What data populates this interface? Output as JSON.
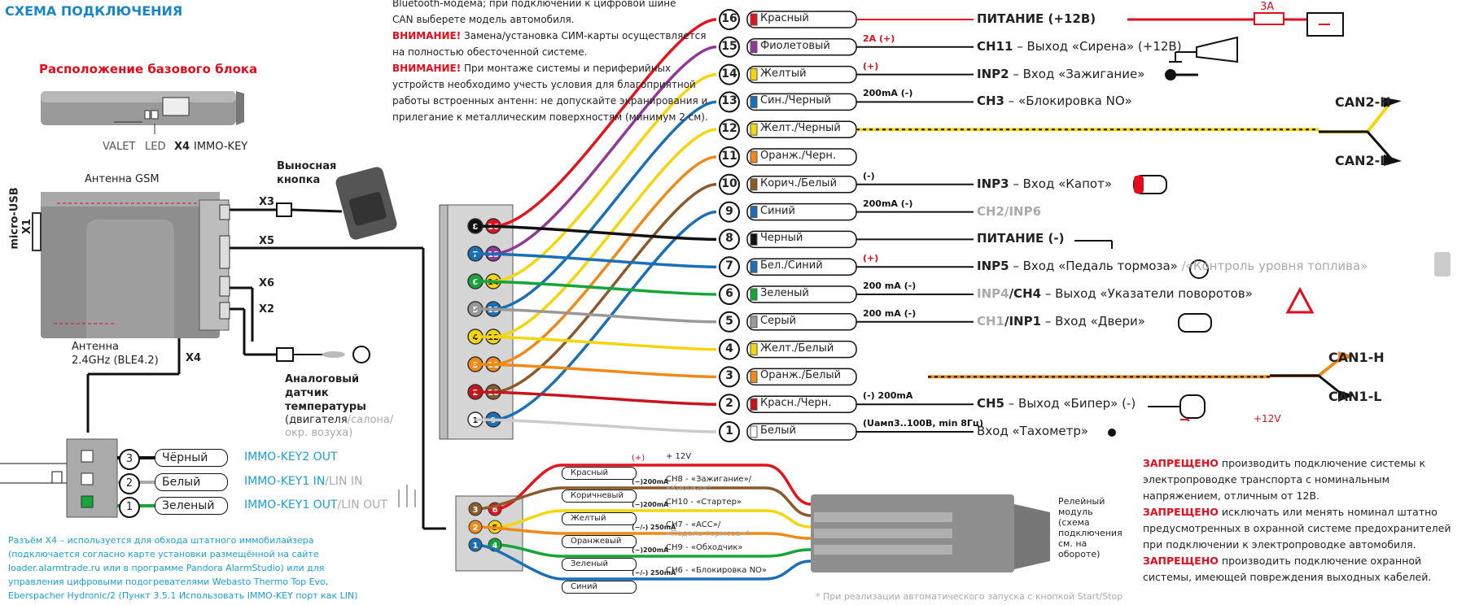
{
  "title": "СХЕМА ПОДКЛЮЧЕНИЯ",
  "base_unit_title": "Расположение базового блока",
  "base_unit_labels": {
    "valet": "VALET",
    "led": "LED",
    "x4": "X4",
    "immo_key": "IMMO-KEY"
  },
  "antenna_gsm": "Антенна GSM",
  "antenna_ble": "Антенна\n2.4GHz (BLE4.2)",
  "micro_usb": "micro-USB",
  "x1": "X1",
  "connectors": {
    "x3": "X3",
    "x5": "X5",
    "x6": "X6",
    "x2": "X2",
    "x4": "X4"
  },
  "remote_button": "Выносная\nкнопка",
  "temp_sensor": {
    "title": "Аналоговый\nдатчик\nтемпературы",
    "sub1": "(двигателя",
    "sub2": "/салона/",
    "sub3": "окр. возуха)"
  },
  "notes_top": {
    "line0": "Bluetooth-модема; при подключении к цифровой шине",
    "line1": "CAN выберете модель автомобиля.",
    "warn1_head": "ВНИМАНИЕ!",
    "warn1_text": " Замена/установка СИМ-карты осуществляется на полностью обесточенной системе.",
    "warn2_head": "ВНИМАНИЕ!",
    "warn2_text": " При монтаже системы и периферийных устройств необходимо учесть условия для благоприятной работы встроенных антенн: не допускайте экранирования и прилегание к металлическим поверхностям (минимум 2 см)."
  },
  "immo_wires": [
    {
      "num": "3",
      "color_name": "Чёрный",
      "func": "IMMO-KEY2 OUT",
      "func2": ""
    },
    {
      "num": "2",
      "color_name": "Белый",
      "func": "IMMO-KEY1 IN",
      "func2": "/LIN IN"
    },
    {
      "num": "1",
      "color_name": "Зеленый",
      "func": "IMMO-KEY1 OUT",
      "func2": "/LIN OUT"
    }
  ],
  "x4_note": "Разъём Х4 – используется для обхода штатного иммобилайзера (подключается согласно карте установки размещённой на сайте loader.alarmtrade.ru или в программе Pandora AlarmStudio) или для управления цифровыми подогревателями Webasto Thermo Top Evo, Eberspacher Hydronic/2 (Пункт 3.5.1 Использовать IMMO-KEY порт как LIN)",
  "main_wires": [
    {
      "num": "16",
      "name": "Красный",
      "hex": "#e3141c",
      "tag": "",
      "label": "",
      "f1": "ПИТАНИЕ (+12В)",
      "f2": "",
      "gray": ""
    },
    {
      "num": "15",
      "name": "Фиолетовый",
      "hex": "#8e3a96",
      "tag": "2A (+)",
      "label": "",
      "f1": "CH11",
      "f2": " – Выход «Сирена» (+12В)",
      "gray": ""
    },
    {
      "num": "14",
      "name": "Желтый",
      "hex": "#f5d60c",
      "tag": "(+)",
      "label": "",
      "f1": "INP2",
      "f2": " – Вход «Зажигание»",
      "gray": ""
    },
    {
      "num": "13",
      "name": "Син./Черный",
      "hex": "#1b6fb6",
      "tag": "200mA (-)",
      "label": "",
      "f1": "CH3",
      "f2": " – «Блокировка NO»",
      "gray": ""
    },
    {
      "num": "12",
      "name": "Желт./Черный",
      "hex": "#f5d60c",
      "tag": "",
      "label": "",
      "f1": "",
      "f2": "",
      "gray": ""
    },
    {
      "num": "11",
      "name": "Оранж./Черн.",
      "hex": "#ef8a1a",
      "tag": "",
      "label": "",
      "f1": "",
      "f2": "",
      "gray": ""
    },
    {
      "num": "10",
      "name": "Корич./Белый",
      "hex": "#8a5a2b",
      "tag": "(-)",
      "label": "",
      "f1": "INP3",
      "f2": " – Вход «Капот»",
      "gray": ""
    },
    {
      "num": "9",
      "name": "Синий",
      "hex": "#1b6fb6",
      "tag": "200mA (-)",
      "label": "",
      "f1": "",
      "f2": "",
      "gray": "CH2/INP6"
    },
    {
      "num": "8",
      "name": "Черный",
      "hex": "#111111",
      "tag": "",
      "label": "",
      "f1": "ПИТАНИЕ (-)",
      "f2": "",
      "gray": ""
    },
    {
      "num": "7",
      "name": "Бел./Синий",
      "hex": "#1b6fb6",
      "tag": "(+)",
      "label": "",
      "f1": "INP5",
      "f2": " – Вход «Педаль тормоза»",
      "gray": " /«Контроль уровня топлива»"
    },
    {
      "num": "6",
      "name": "Зеленый",
      "hex": "#16a53a",
      "tag": "200 mA (-)",
      "label": "",
      "f1": "/CH4",
      "f2": " – Выход «Указатели поворотов»",
      "gray": "INP4"
    },
    {
      "num": "5",
      "name": "Серый",
      "hex": "#999999",
      "tag": "200 mA (-)",
      "label": "",
      "f1": "/INP1",
      "f2": " – Вход «Двери»",
      "gray": "CH1"
    },
    {
      "num": "4",
      "name": "Желт./Белый",
      "hex": "#f5d60c",
      "tag": "",
      "label": "",
      "f1": "",
      "f2": "",
      "gray": ""
    },
    {
      "num": "3",
      "name": "Оранж./Белый",
      "hex": "#ef8a1a",
      "tag": "",
      "label": "",
      "f1": "",
      "f2": "",
      "gray": ""
    },
    {
      "num": "2",
      "name": "Красн./Черн.",
      "hex": "#c8141c",
      "tag": "(-) 200mA",
      "label": "",
      "f1": "CH5",
      "f2": " – Выход «Бипер» (-)",
      "gray": ""
    },
    {
      "num": "1",
      "name": "Белый",
      "hex": "#ffffff",
      "tag": "(Uамп3..100В, min 8Гц)",
      "label": "",
      "f1": "",
      "f2": "Вход «Тахометр»",
      "gray": ""
    }
  ],
  "fuse_label": "3A",
  "plus12v": "+12V",
  "can_labels": {
    "can2h": "CAN2-H",
    "can2l": "CAN2-L",
    "can1h": "CAN1-H",
    "can1l": "CAN1-L"
  },
  "relay_wires": [
    {
      "pin": "6",
      "name": "Красный",
      "tag": "(+)",
      "func": "+ 12V",
      "func2": "",
      "current": ""
    },
    {
      "pin": "3",
      "name": "Коричневый",
      "tag": "",
      "func": "CH8 - «Зажигание»/",
      "func2": "«Кнопка»*",
      "current": "(−)200mA"
    },
    {
      "pin": "5",
      "name": "Желтый",
      "tag": "",
      "func": "CH10 - «Стартер»",
      "func2": "",
      "current": "(−)200mA"
    },
    {
      "pin": "2",
      "name": "Оранжевый",
      "tag": "",
      "func": "CH7 - «АСС»/",
      "func2": "«Педаль тормоза»*",
      "current": "(−/-) 250mA"
    },
    {
      "pin": "4",
      "name": "Зеленый",
      "tag": "",
      "func": "CH9 - «Обходчик»",
      "func2": "",
      "current": "(−)200mA"
    },
    {
      "pin": "1",
      "name": "Синий",
      "tag": "",
      "func": "CH6 - «Блокировка NO»",
      "func2": "",
      "current": "(−/-) 250mA"
    }
  ],
  "relay_module": "Релейный\nмодуль\n(схема\nподключения\nсм. на\nобороте)",
  "footnote": "* При реализации автоматического запуска с кнопкой Start/Stop",
  "prohibit": [
    {
      "head": "ЗАПРЕЩЕНО",
      "text": " производить подключение системы к электропроводке транспорта с номинальным напряжением, отличным от 12В."
    },
    {
      "head": "ЗАПРЕЩЕНО",
      "text": " исключать или менять номинал штатно предусмотренных в охранной системе предохранителей при подключении к электропроводке автомобиля."
    },
    {
      "head": "ЗАПРЕЩЕНО",
      "text": " производить подключение охранной системы, имеющей повреждения выходных кабелей."
    }
  ]
}
